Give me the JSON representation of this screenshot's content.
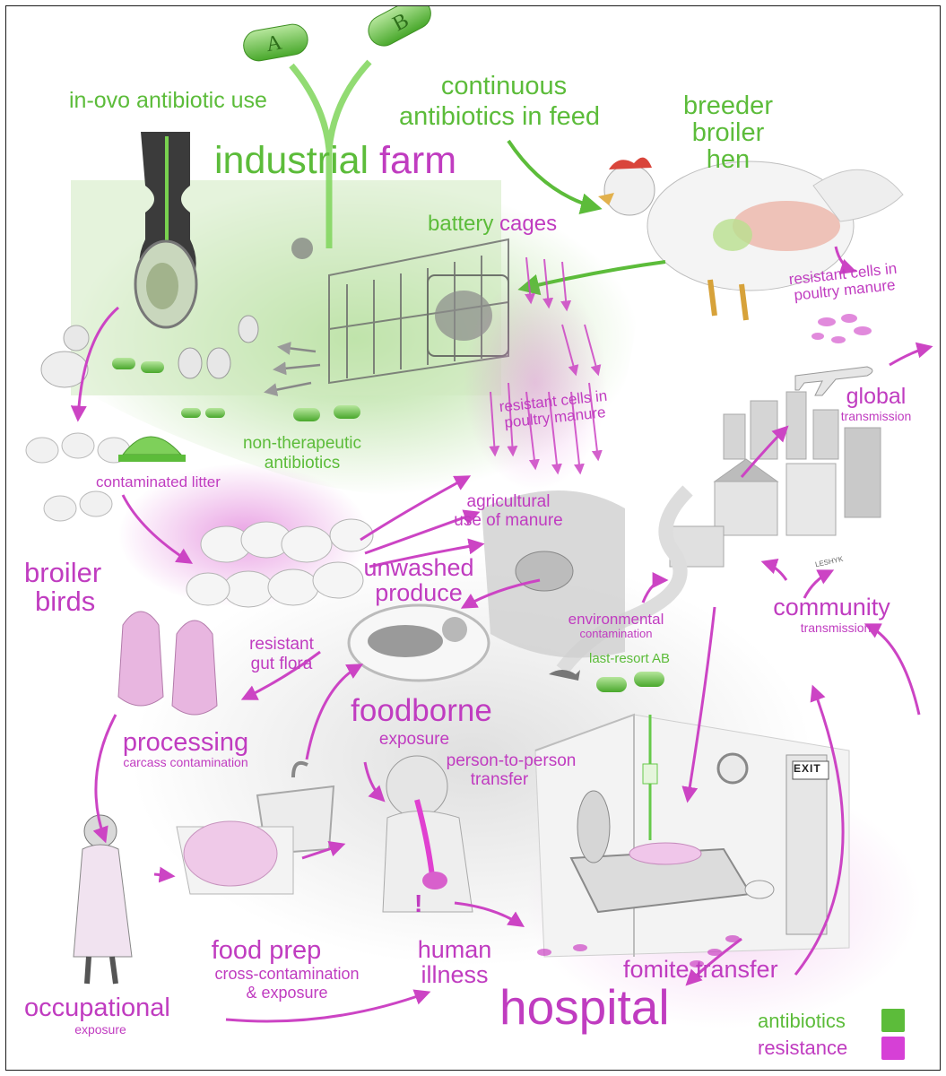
{
  "colors": {
    "antibiotics": "#5cbc3a",
    "resistance": "#c03cc0",
    "line": "#222222"
  },
  "capsules": {
    "a": "A",
    "b": "B"
  },
  "labels": {
    "in_ovo": "in-ovo antibiotic use",
    "continuous_1": "continuous",
    "continuous_2": "antibiotics in feed",
    "industrial": "industrial",
    "farm": "farm",
    "breeder": "breeder",
    "broiler": "broiler",
    "hen": "hen",
    "battery": "battery",
    "cages": "cages",
    "resistant_manure_top_1": "resistant cells in",
    "resistant_manure_top_2": "poultry manure",
    "resistant_manure_mid_1": "resistant cells in",
    "resistant_manure_mid_2": "poultry manure",
    "global": "global",
    "global_sub": "transmission",
    "nontherapeutic_1": "non-therapeutic",
    "nontherapeutic_2": "antibiotics",
    "contaminated_litter": "contaminated litter",
    "agricultural_1": "agricultural",
    "agricultural_2": "use of manure",
    "broiler_birds_1": "broiler",
    "broiler_birds_2": "birds",
    "unwashed_1": "unwashed",
    "unwashed_2": "produce",
    "environmental": "environmental",
    "environmental_sub": "contamination",
    "community": "community",
    "community_sub": "transmission",
    "resistant_gut_1": "resistant",
    "resistant_gut_2": "gut flora",
    "last_resort": "last-resort AB",
    "foodborne": "foodborne",
    "foodborne_sub": "exposure",
    "processing": "processing",
    "processing_sub": "carcass contamination",
    "person_1": "person-to-person",
    "person_2": "transfer",
    "exit": "EXIT",
    "food_prep": "food prep",
    "food_prep_sub_1": "cross-contamination",
    "food_prep_sub_2": "& exposure",
    "human_1": "human",
    "human_2": "illness",
    "fomite": "fomite transfer",
    "occupational": "occupational",
    "occupational_sub": "exposure",
    "hospital": "hospital",
    "signature": "LESHYK"
  },
  "legend": {
    "antibiotics": "antibiotics",
    "resistance": "resistance"
  }
}
